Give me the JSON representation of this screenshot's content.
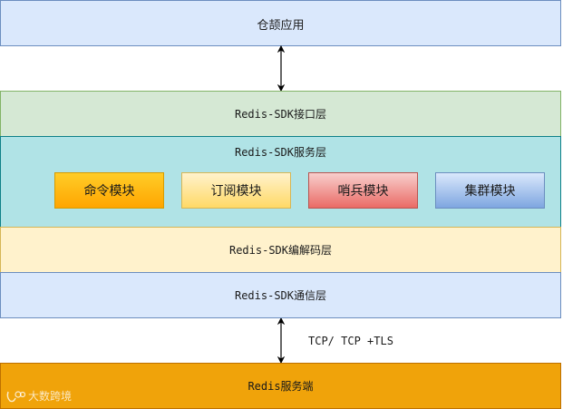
{
  "diagram": {
    "layers": {
      "app": "仓颉应用",
      "interface": "Redis-SDK接口层",
      "service": "Redis-SDK服务层",
      "codec": "Redis-SDK编解码层",
      "comm": "Redis-SDK通信层",
      "server": "Redis服务端"
    },
    "modules": {
      "command": "命令模块",
      "pubsub": "订阅模块",
      "sentinel": "哨兵模块",
      "cluster": "集群模块"
    },
    "protocol_label": "TCP/ TCP +TLS"
  },
  "watermark": {
    "text": "大数跨境"
  },
  "colors": {
    "blue_fill": "#dae8fc",
    "green_fill": "#d5e8d4",
    "teal_fill": "#b0e3e6",
    "yellow_fill": "#fff2cc",
    "orange_fill": "#f0a30a"
  }
}
